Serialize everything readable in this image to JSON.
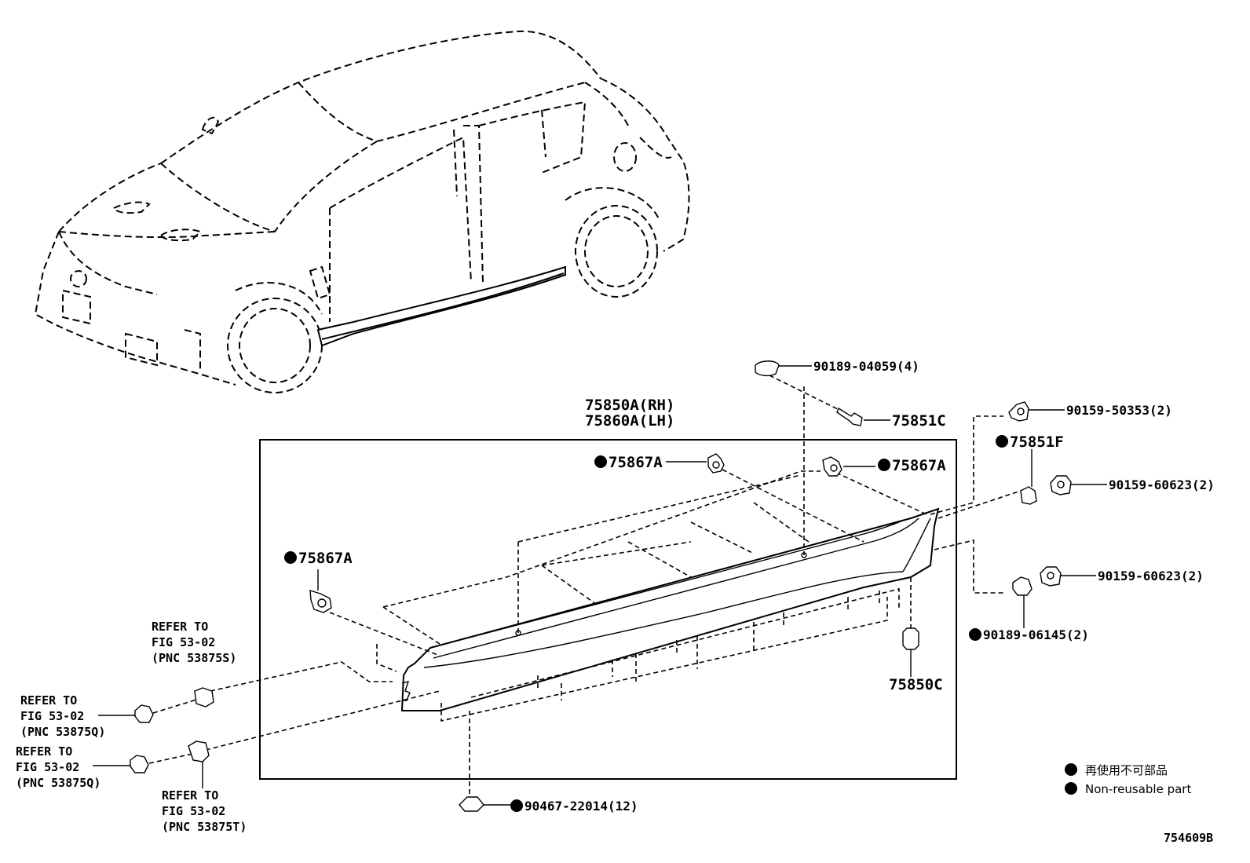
{
  "diagram_id": "754609B",
  "parts": {
    "p90189_04059": "90189-04059(4)",
    "p75851C": "75851C",
    "p90159_50353": "90159-50353(2)",
    "p75851F": "75851F",
    "p90159_60623_a": "90159-60623(2)",
    "p90159_60623_b": "90159-60623(2)",
    "p90189_06145": "90189-06145(2)",
    "p75850C": "75850C",
    "p75867A_a": "75867A",
    "p75867A_b": "75867A",
    "p75867A_c": "75867A",
    "p90467_22014": "90467-22014(12)"
  },
  "assembly": {
    "rh": "75850A(RH)",
    "lh": "75860A(LH)"
  },
  "refs": {
    "ref_s": {
      "l1": "REFER TO",
      "l2": "FIG 53-02",
      "l3": "(PNC 53875S)"
    },
    "ref_q1": {
      "l1": "REFER TO",
      "l2": "FIG 53-02",
      "l3": "(PNC 53875Q)"
    },
    "ref_q2": {
      "l1": "REFER TO",
      "l2": "FIG 53-02",
      "l3": "(PNC 53875Q)"
    },
    "ref_t": {
      "l1": "REFER TO",
      "l2": "FIG 53-02",
      "l3": "(PNC 53875T)"
    }
  },
  "legend": {
    "jp": "再使用不可部品",
    "en": "Non-reusable part"
  }
}
